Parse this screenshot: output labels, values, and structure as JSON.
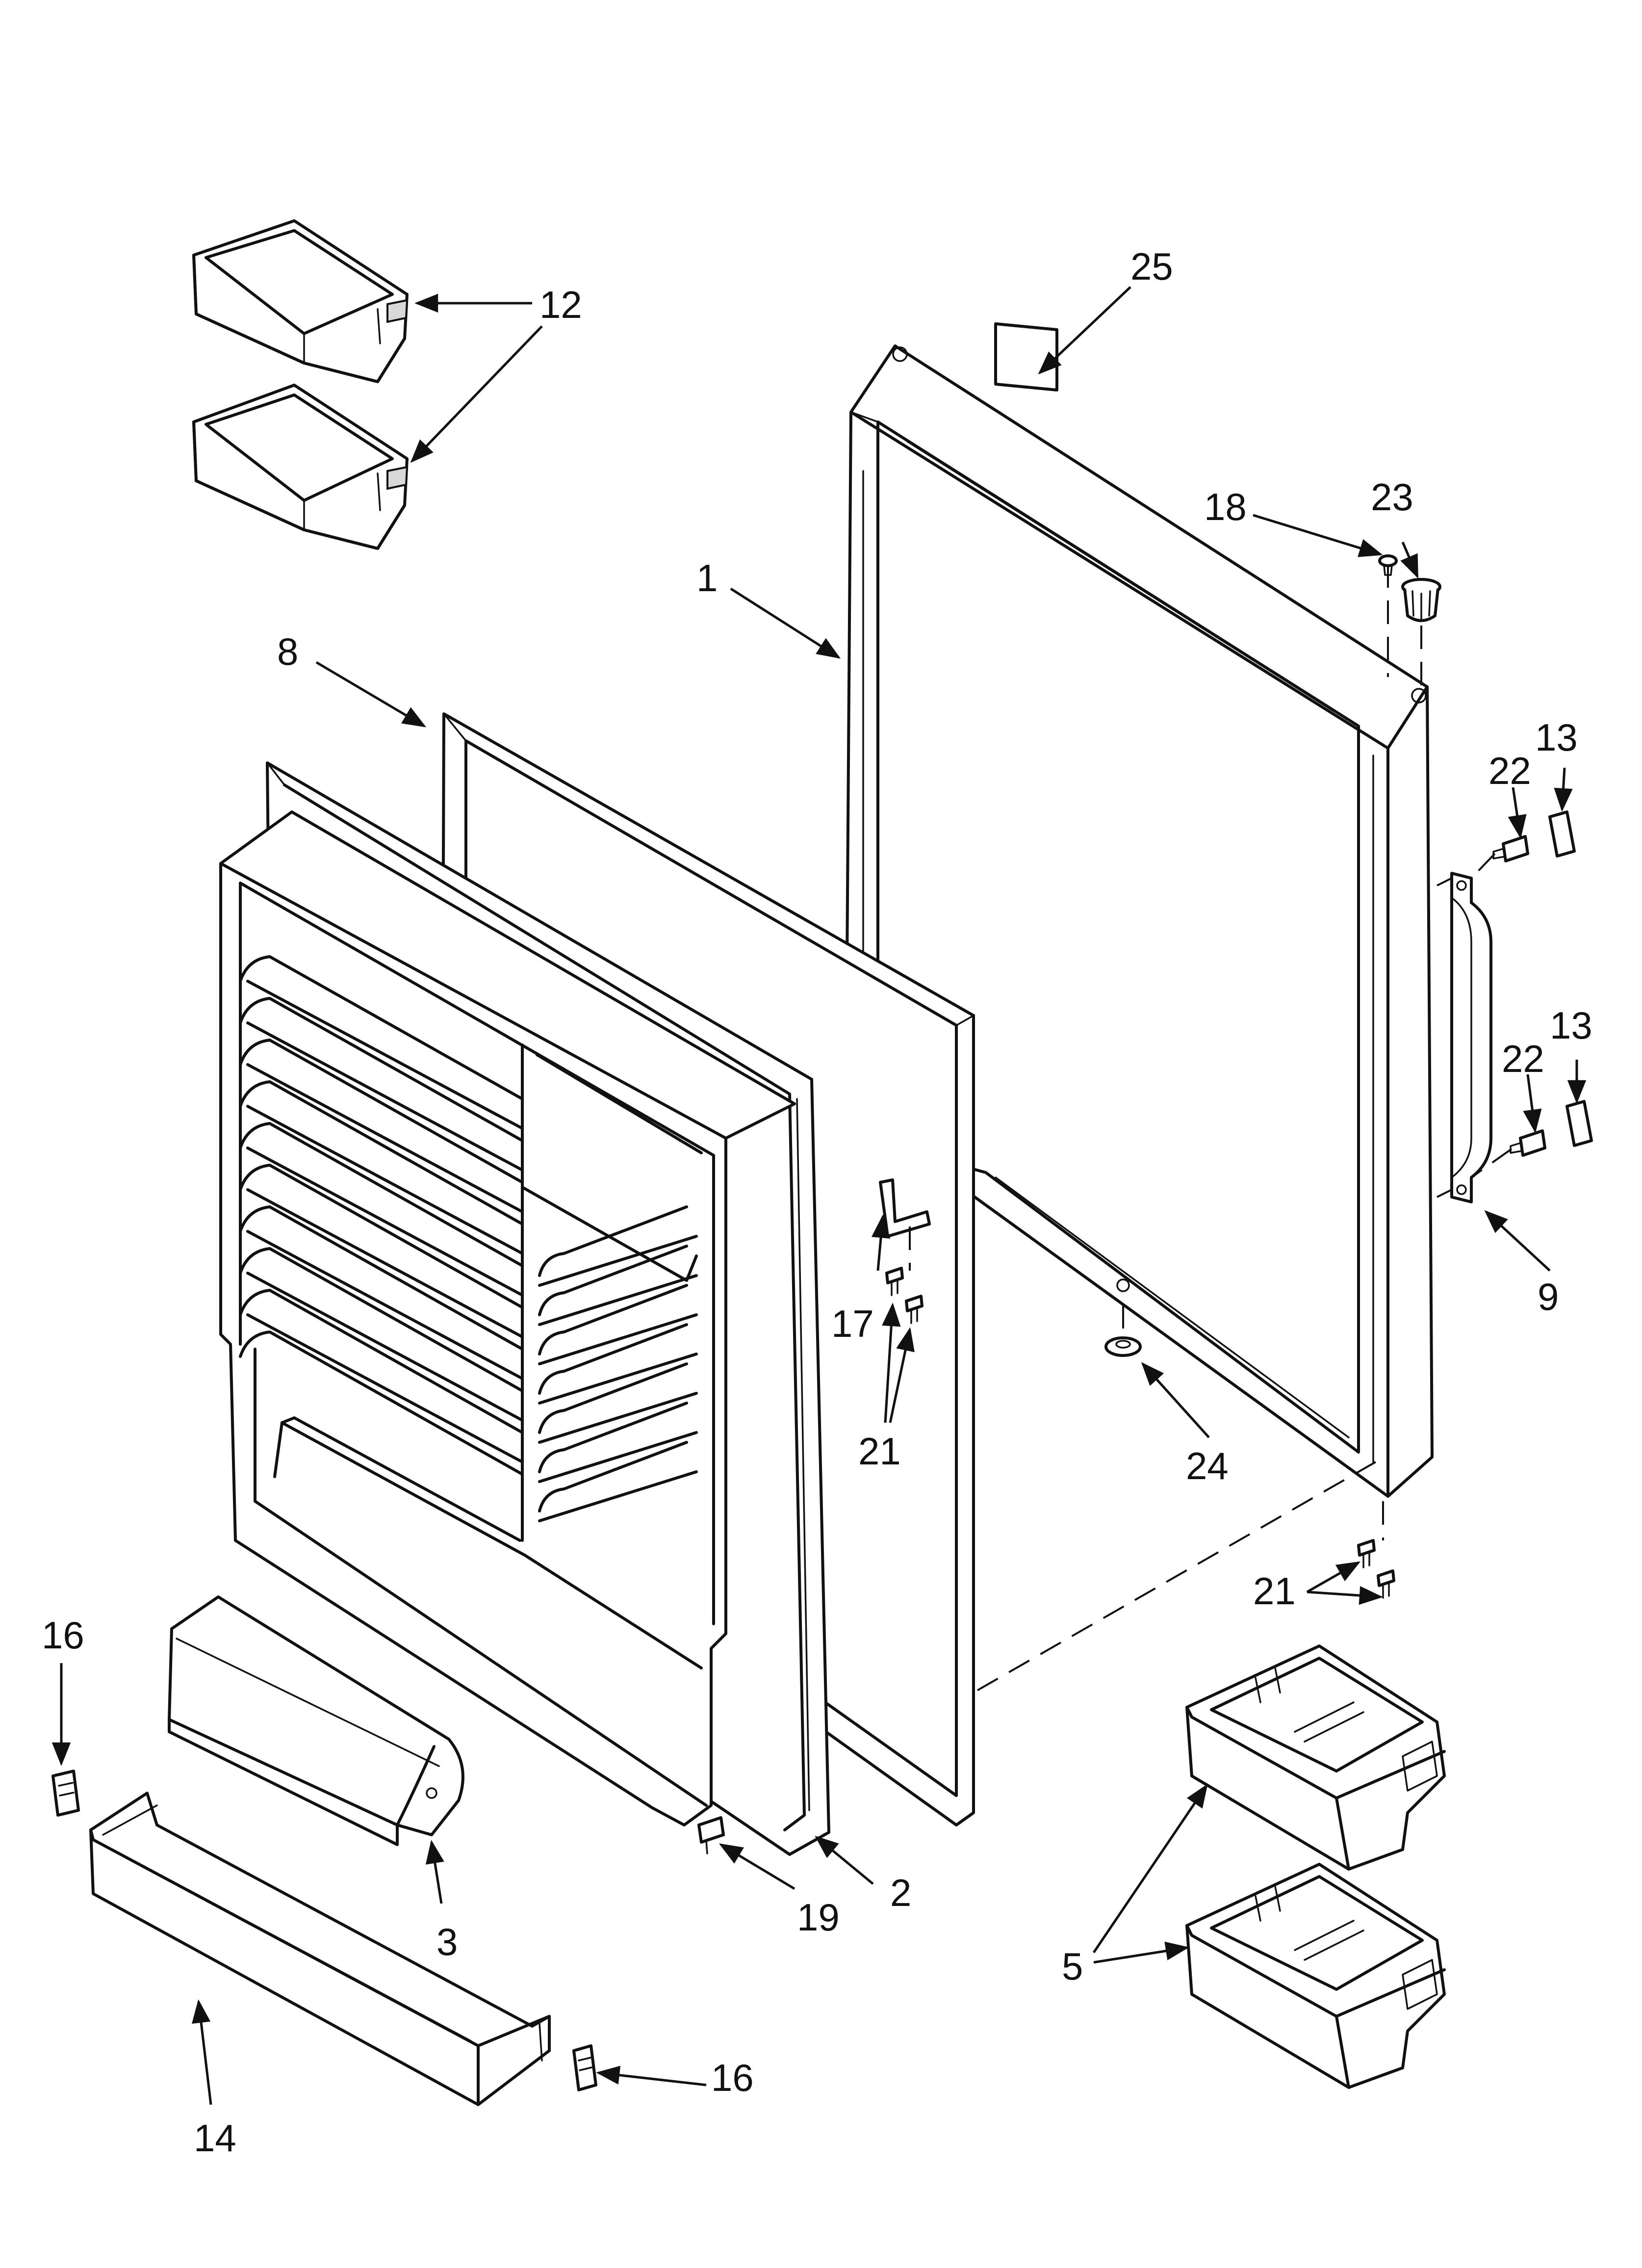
{
  "callouts": [
    {
      "id": "c12a",
      "text": "12"
    },
    {
      "id": "c25",
      "text": "25"
    },
    {
      "id": "c18",
      "text": "18"
    },
    {
      "id": "c23",
      "text": "23"
    },
    {
      "id": "c1",
      "text": "1"
    },
    {
      "id": "c8",
      "text": "8"
    },
    {
      "id": "c22a",
      "text": "22"
    },
    {
      "id": "c13a",
      "text": "13"
    },
    {
      "id": "c22b",
      "text": "22"
    },
    {
      "id": "c13b",
      "text": "13"
    },
    {
      "id": "c17",
      "text": "17"
    },
    {
      "id": "c9",
      "text": "9"
    },
    {
      "id": "c21a",
      "text": "21"
    },
    {
      "id": "c24",
      "text": "24"
    },
    {
      "id": "c21b",
      "text": "21"
    },
    {
      "id": "c16a",
      "text": "16"
    },
    {
      "id": "c2",
      "text": "2"
    },
    {
      "id": "c19",
      "text": "19"
    },
    {
      "id": "c3",
      "text": "3"
    },
    {
      "id": "c5",
      "text": "5"
    },
    {
      "id": "c14",
      "text": "14"
    },
    {
      "id": "c16b",
      "text": "16"
    }
  ]
}
